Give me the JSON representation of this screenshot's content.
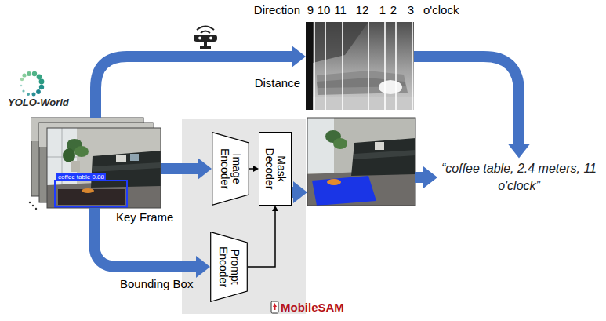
{
  "diagram": {
    "nodes": [
      {
        "text": [
          "YOLO-World",
          "coffee table 0.88"
        ]
      },
      {
        "text": [
          "Direction",
          "9",
          "10",
          "11",
          "12",
          "1",
          "2",
          "3",
          "o'clock",
          "Distance"
        ]
      },
      {
        "text": [
          "MobileSAM"
        ]
      },
      {
        "text": [
          "Image Encoder"
        ],
        "in": 2
      },
      {
        "text": [
          "Mask Decoder"
        ],
        "in": 2
      },
      {
        "text": [
          "Prompt Encoder"
        ],
        "in": 2
      },
      {
        "text": []
      },
      {
        "text": [
          "“coffee table, 2.4 meters, 11 o'clock”"
        ]
      }
    ],
    "edges": [
      {
        "from": 0,
        "to": 1,
        "arrow": "to"
      },
      {
        "from": 0,
        "to": 3,
        "label": "Key Frame",
        "arrow": "to"
      },
      {
        "from": 0,
        "to": 5,
        "label": "Bounding Box",
        "arrow": "to"
      },
      {
        "from": 3,
        "to": 4,
        "arrow": "to"
      },
      {
        "from": 5,
        "to": 4,
        "arrow": "to"
      },
      {
        "from": 4,
        "to": 6,
        "arrow": "to"
      },
      {
        "from": 6,
        "to": 7,
        "arrow": "to"
      },
      {
        "from": 1,
        "to": 7,
        "arrow": "to"
      }
    ]
  }
}
